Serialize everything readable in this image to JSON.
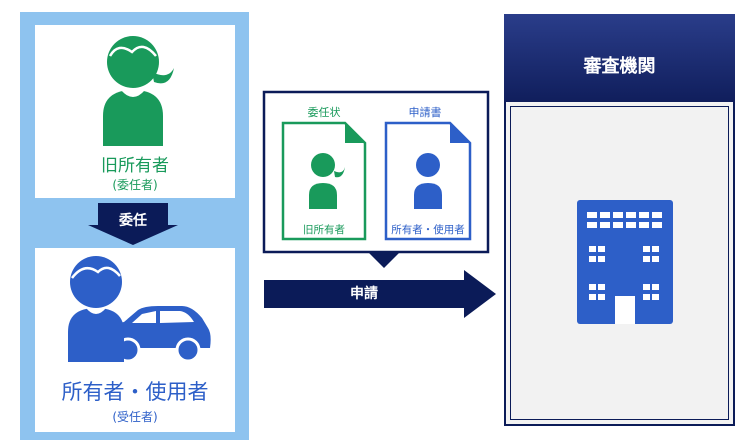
{
  "left": {
    "old_owner_name": "旧所有者",
    "old_owner_role": "(委任者)",
    "delegate_label": "委任",
    "new_owner_name": "所有者・使用者",
    "new_owner_role": "(受任者)"
  },
  "documents": {
    "letter_title": "委任状",
    "letter_person": "旧所有者",
    "application_title": "申請書",
    "application_person": "所有者・使用者"
  },
  "apply_label": "申請",
  "agency": {
    "title": "審査機関"
  },
  "colors": {
    "green": "#199a5b",
    "blue": "#2d5fc8",
    "navy": "#0b1b58",
    "light_blue": "#8ec3ef"
  },
  "icons": [
    "person-female-icon",
    "person-male-icon",
    "car-icon",
    "document-icon",
    "building-icon"
  ]
}
